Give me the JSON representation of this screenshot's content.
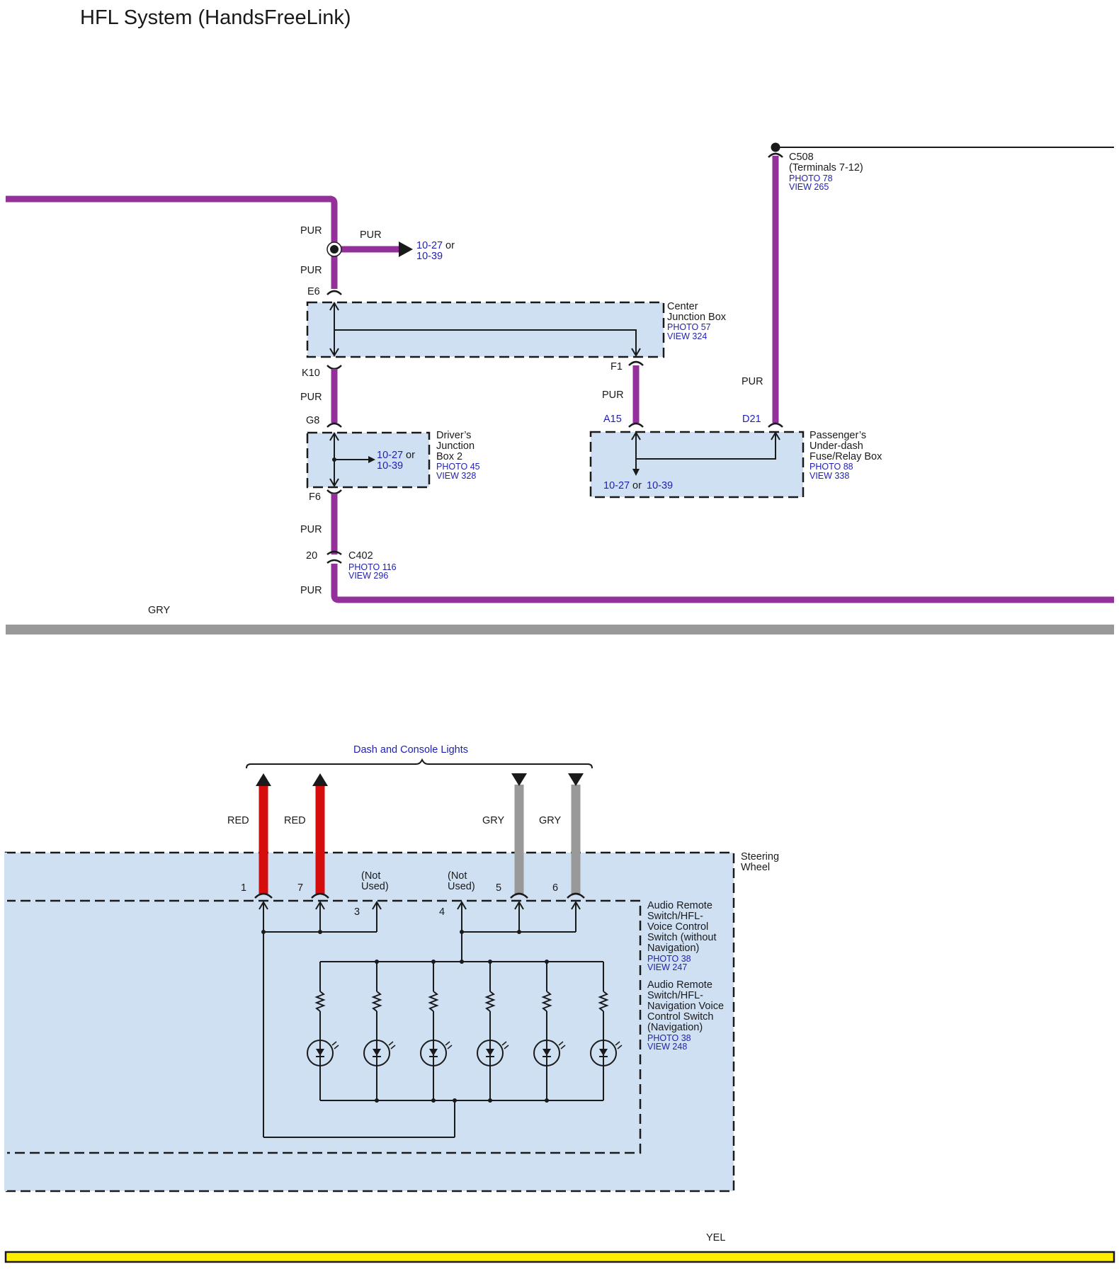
{
  "title": "HFL System (HandsFreeLink)",
  "colors": {
    "pur": "#93309a",
    "red": "#d50d0d",
    "gry": "#999999",
    "yel": "#ffee00",
    "box": "#cfe0f3",
    "link": "#1f1fb4"
  },
  "wires": {
    "pur": "PUR",
    "red": "RED",
    "gry": "GRY",
    "yel": "YEL"
  },
  "ref_1027_1039": {
    "a": "10-27",
    "or": "or",
    "b": "10-39"
  },
  "ref_1027_or_1039_inline": "10-27 or 10-39",
  "pins": {
    "e6": "E6",
    "k10": "K10",
    "g8": "G8",
    "f6": "F6",
    "f1": "F1",
    "a15": "A15",
    "d21": "D21",
    "c402_pin": "20",
    "sw_1": "1",
    "sw_7": "7",
    "sw_3": "3",
    "sw_4": "4",
    "sw_5": "5",
    "sw_6": "6"
  },
  "components": {
    "c508": {
      "name": "C508",
      "sub": "(Terminals 7-12)",
      "photo": "PHOTO 78",
      "view": "VIEW 265"
    },
    "center_jb": {
      "line1": "Center",
      "line2": "Junction Box",
      "photo": "PHOTO 57",
      "view": "VIEW 324"
    },
    "drivers_jb": {
      "line1": "Driver’s",
      "line2": "Junction",
      "line3": "Box 2",
      "photo": "PHOTO 45",
      "view": "VIEW 328"
    },
    "pass_box": {
      "line1": "Passenger’s",
      "line2": "Under-dash",
      "line3": "Fuse/Relay Box",
      "photo": "PHOTO 88",
      "view": "VIEW 338"
    },
    "c402": {
      "name": "C402",
      "photo": "PHOTO 116",
      "view": "VIEW 296"
    },
    "steering": {
      "line1": "Steering",
      "line2": "Wheel"
    },
    "switch_no_nav": {
      "l1": "Audio Remote",
      "l2": "Switch/HFL-",
      "l3": "Voice Control",
      "l4": "Switch (without",
      "l5": "Navigation)",
      "photo": "PHOTO 38",
      "view": "VIEW 247"
    },
    "switch_nav": {
      "l1": "Audio Remote",
      "l2": "Switch/HFL-",
      "l3": "Navigation Voice",
      "l4": "Control Switch",
      "l5": "(Navigation)",
      "photo": "PHOTO 38",
      "view": "VIEW 248"
    }
  },
  "dash_lights": "Dash and Console Lights",
  "not_used": {
    "l1": "(Not",
    "l2": "Used)"
  }
}
